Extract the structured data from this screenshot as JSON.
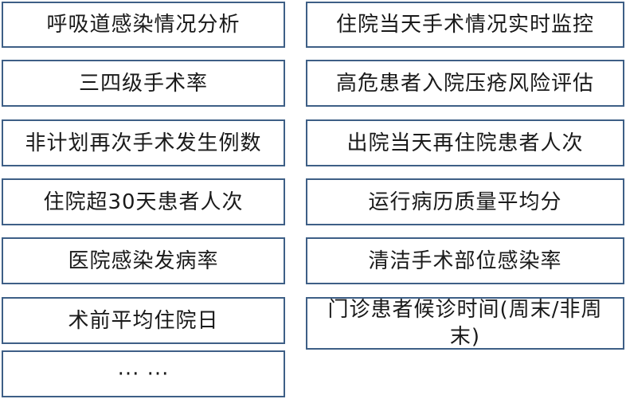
{
  "left_column": [
    "呼吸道感染情况分析",
    "三四级手术率",
    "非计划再次手术发生例数",
    "住院超30天患者人次",
    "医院感染发病率",
    "术前平均住院日",
    "··· ···"
  ],
  "right_column": [
    "住院当天手术情况实时监控",
    "高危患者入院压疮风险评估",
    "出院当天再住院患者人次",
    "运行病历质量平均分",
    "清洁手术部位感染率",
    "门诊患者候诊时间(周末/非周末)"
  ],
  "colors": {
    "border": "#3e5f86",
    "text": "#1a1a1a",
    "background": "#ffffff"
  }
}
